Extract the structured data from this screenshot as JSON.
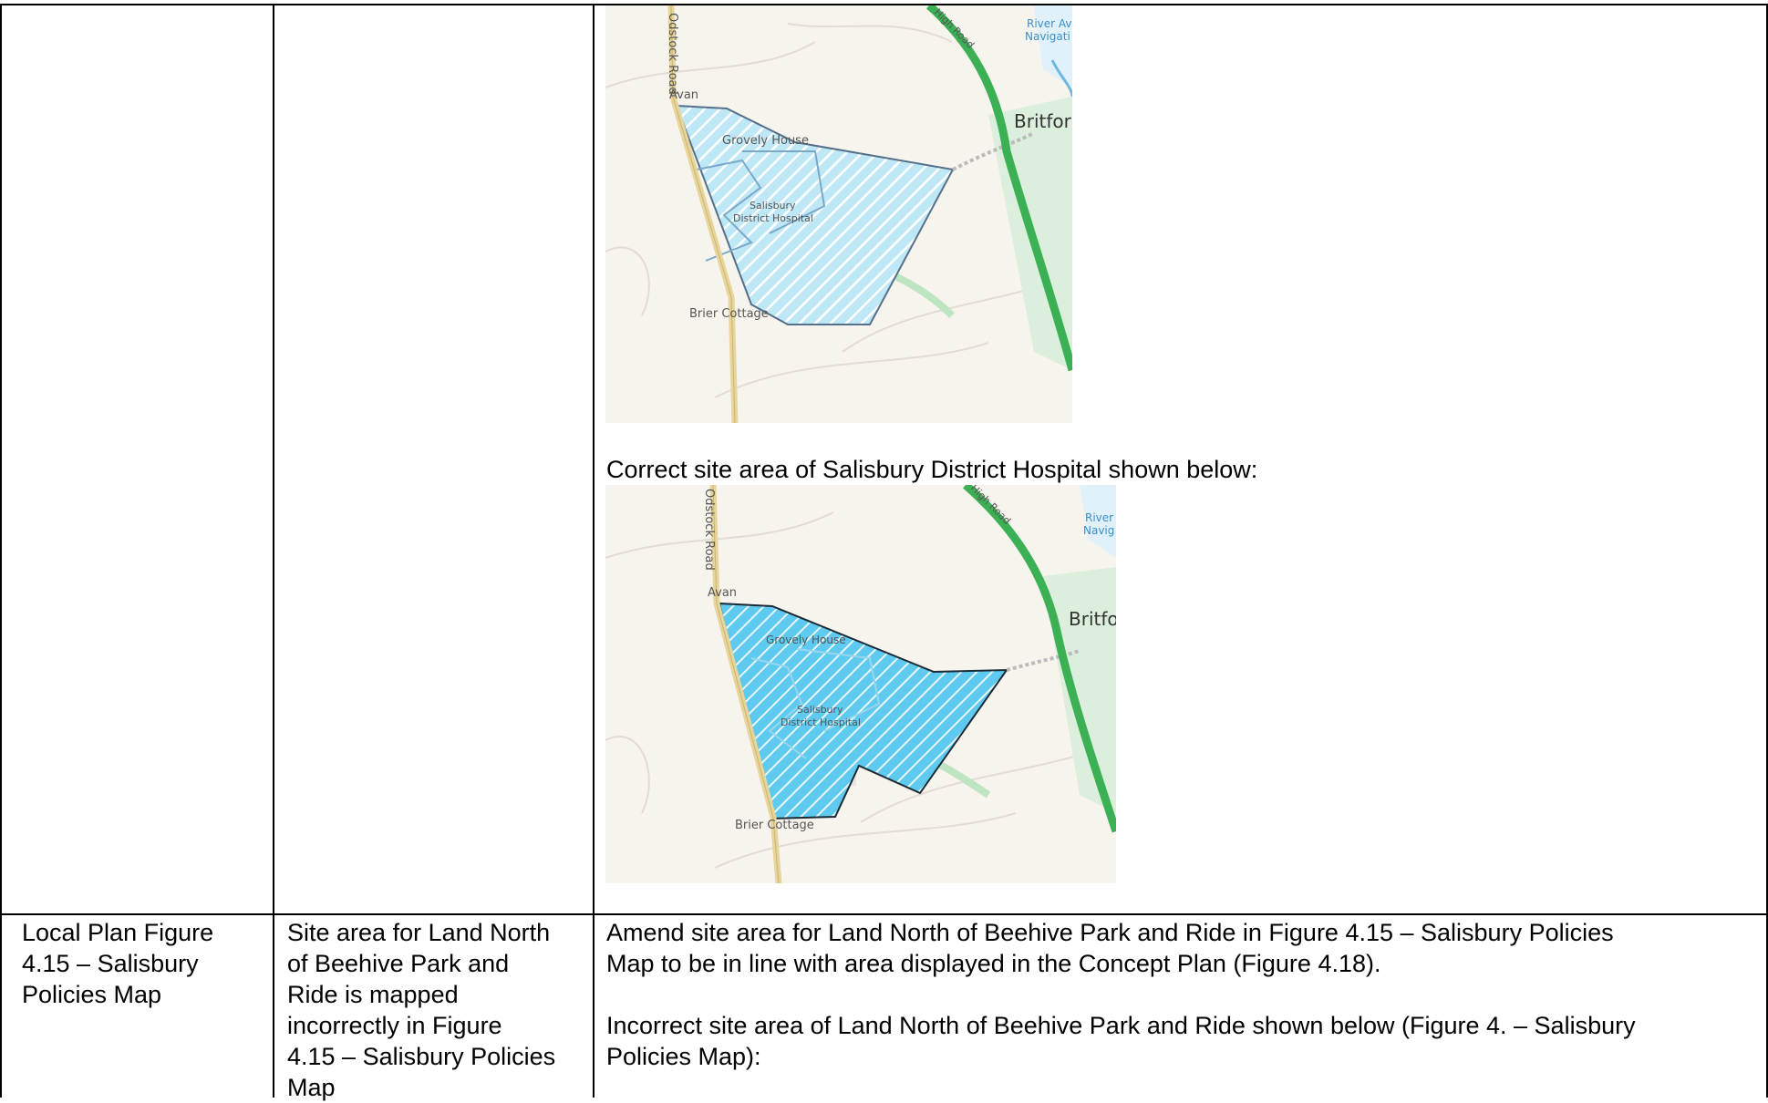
{
  "row1": {
    "map1": {
      "labels": {
        "road": "Odstock Road",
        "avan": "Avan",
        "grovely": "Grovely House",
        "hospital_line1": "Salisbury",
        "hospital_line2": "District Hospital",
        "brier": "Brier Cottage",
        "britford": "Britfor",
        "high_road": "High Road",
        "river_line1": "River Av",
        "river_line2": "Navigati"
      }
    },
    "caption": "Correct site area of Salisbury District Hospital shown below:",
    "map2": {
      "labels": {
        "road": "Odstock Road",
        "avan": "Avan",
        "grovely": "Grovely House",
        "hospital_line1": "Salisbury",
        "hospital_line2": "District Hospital",
        "brier": "Brier Cottage",
        "britford": "Britfo",
        "high_road": "High Road",
        "river_line1": "River",
        "river_line2": "Navig"
      }
    }
  },
  "row2": {
    "col1": [
      "Local Plan Figure",
      "4.15 – Salisbury",
      "Policies Map"
    ],
    "col2": [
      "Site area for Land North",
      "of Beehive Park and",
      "Ride is mapped",
      "incorrectly in Figure",
      "4.15 – Salisbury Policies",
      "Map"
    ],
    "col3_para1": [
      "Amend site area for Land North of Beehive Park and Ride in Figure 4.15 – Salisbury Policies",
      "Map to be in line with area displayed in the Concept Plan (Figure 4.18)."
    ],
    "col3_para2": [
      "Incorrect site area of Land North of Beehive Park and Ride shown below (Figure 4. – Salisbury",
      "Policies Map):"
    ]
  },
  "colors": {
    "border": "#000000",
    "map_bg": "#f7f4ee",
    "site_fill": "#7fd3f0",
    "road_green": "#3cb054",
    "road_yellow": "#e8d59a"
  }
}
